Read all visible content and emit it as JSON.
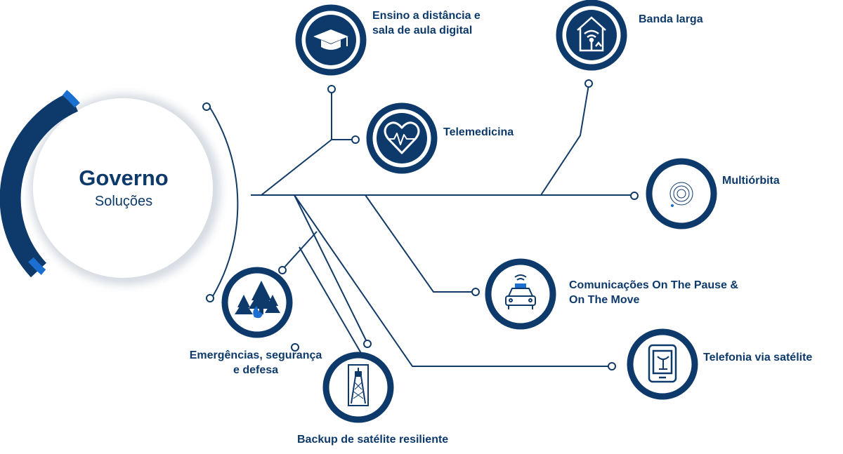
{
  "hub": {
    "title": "Governo",
    "subtitle": "Soluções"
  },
  "nodes": [
    {
      "id": "ensino",
      "label_line1": "Ensino a distância e",
      "label_line2": "sala de aula digital",
      "icon": "graduation-cap-icon"
    },
    {
      "id": "banda",
      "label_line1": "Banda larga",
      "label_line2": "",
      "icon": "house-wifi-icon"
    },
    {
      "id": "tele",
      "label_line1": "Telemedicina",
      "label_line2": "",
      "icon": "heart-pulse-icon"
    },
    {
      "id": "multi",
      "label_line1": "Multiórbita",
      "label_line2": "",
      "icon": "orbit-icon"
    },
    {
      "id": "comun",
      "label_line1": "Comunicações On The Pause &",
      "label_line2": "On The Move",
      "icon": "car-wifi-icon"
    },
    {
      "id": "telefonia",
      "label_line1": "Telefonia via satélite",
      "label_line2": "",
      "icon": "satellite-phone-icon"
    },
    {
      "id": "emerg",
      "label_line1": "Emergências, segurança",
      "label_line2": "e defesa",
      "icon": "forest-fire-icon"
    },
    {
      "id": "backup",
      "label_line1": "Backup de satélite resiliente",
      "label_line2": "",
      "icon": "tower-icon"
    }
  ],
  "colors": {
    "navy": "#0d3a6b",
    "accent": "#1a6fd1",
    "line": "#123b68"
  }
}
